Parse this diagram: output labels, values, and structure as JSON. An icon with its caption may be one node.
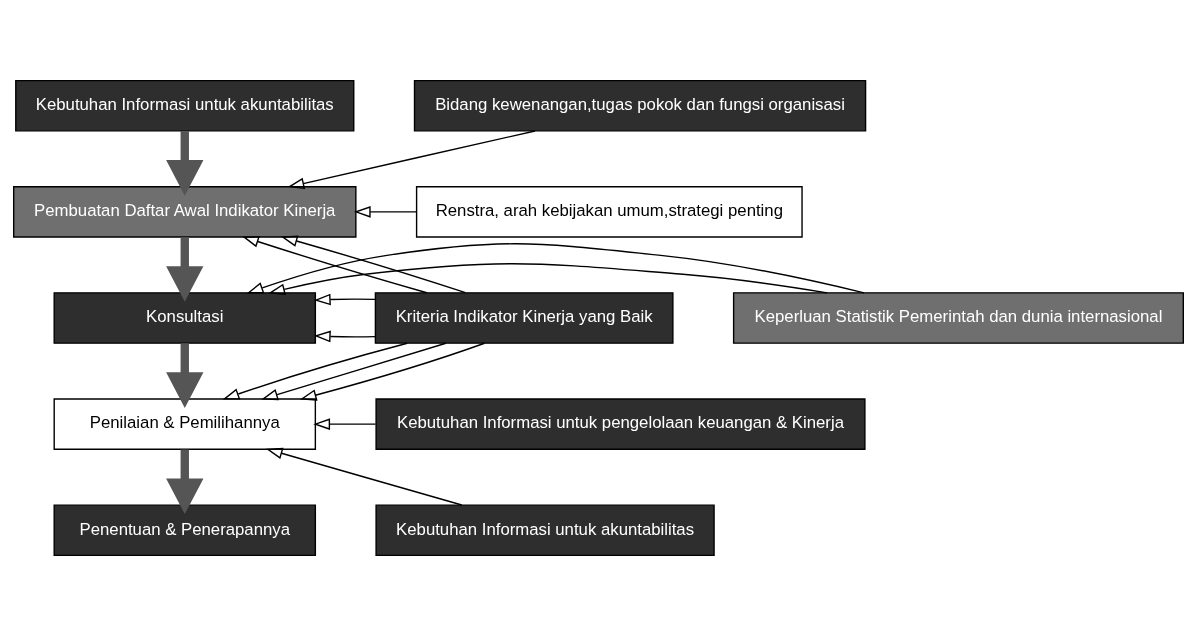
{
  "diagram": {
    "nodes": [
      {
        "text": [
          "Kebutuhan Informasi untuk akuntabilitas"
        ]
      },
      {
        "text": [
          "Pembuatan Daftar Awal Indikator Kinerja"
        ]
      },
      {
        "text": [
          "Konsultasi"
        ]
      },
      {
        "text": [
          "Penilaian & Pemilihannya"
        ]
      },
      {
        "text": [
          "Penentuan & Penerapannya"
        ]
      },
      {
        "text": [
          "Kriteria Indikator Kinerja yang Baik"
        ]
      },
      {
        "text": [
          "Bidang kewenangan,tugas pokok dan fungsi organisasi"
        ]
      },
      {
        "text": [
          "Renstra, arah kebijakan umum,strategi penting"
        ]
      },
      {
        "text": [
          "Keperluan Statistik Pemerintah dan dunia internasional"
        ]
      },
      {
        "text": [
          "Kebutuhan Informasi untuk pengelolaan keuangan & Kinerja"
        ]
      },
      {
        "text": [
          "Kebutuhan Informasi untuk akuntabilitas"
        ]
      }
    ],
    "edges": [
      {
        "from": 0,
        "to": 1,
        "arrow": "to",
        "style": "thick",
        "color": "#555555"
      },
      {
        "from": 1,
        "to": 2,
        "arrow": "to",
        "style": "thick",
        "color": "#555555"
      },
      {
        "from": 2,
        "to": 3,
        "arrow": "to",
        "style": "thick",
        "color": "#555555"
      },
      {
        "from": 3,
        "to": 4,
        "arrow": "to",
        "style": "thick",
        "color": "#555555"
      },
      {
        "from": 5,
        "to": 1,
        "arrow": "to"
      },
      {
        "from": 5,
        "to": 1,
        "arrow": "to"
      },
      {
        "from": 5,
        "to": 2,
        "arrow": "to"
      },
      {
        "from": 5,
        "to": 2,
        "arrow": "to"
      },
      {
        "from": 5,
        "to": 3,
        "arrow": "to"
      },
      {
        "from": 5,
        "to": 3,
        "arrow": "to"
      },
      {
        "from": 5,
        "to": 3,
        "arrow": "to"
      },
      {
        "from": 7,
        "to": 1,
        "arrow": "to"
      },
      {
        "from": 6,
        "to": 1,
        "arrow": "to"
      },
      {
        "from": 8,
        "to": 2,
        "arrow": "to"
      },
      {
        "from": 8,
        "to": 2,
        "arrow": "to"
      },
      {
        "from": 9,
        "to": 3,
        "arrow": "to"
      },
      {
        "from": 10,
        "to": 3,
        "arrow": "to"
      }
    ]
  }
}
